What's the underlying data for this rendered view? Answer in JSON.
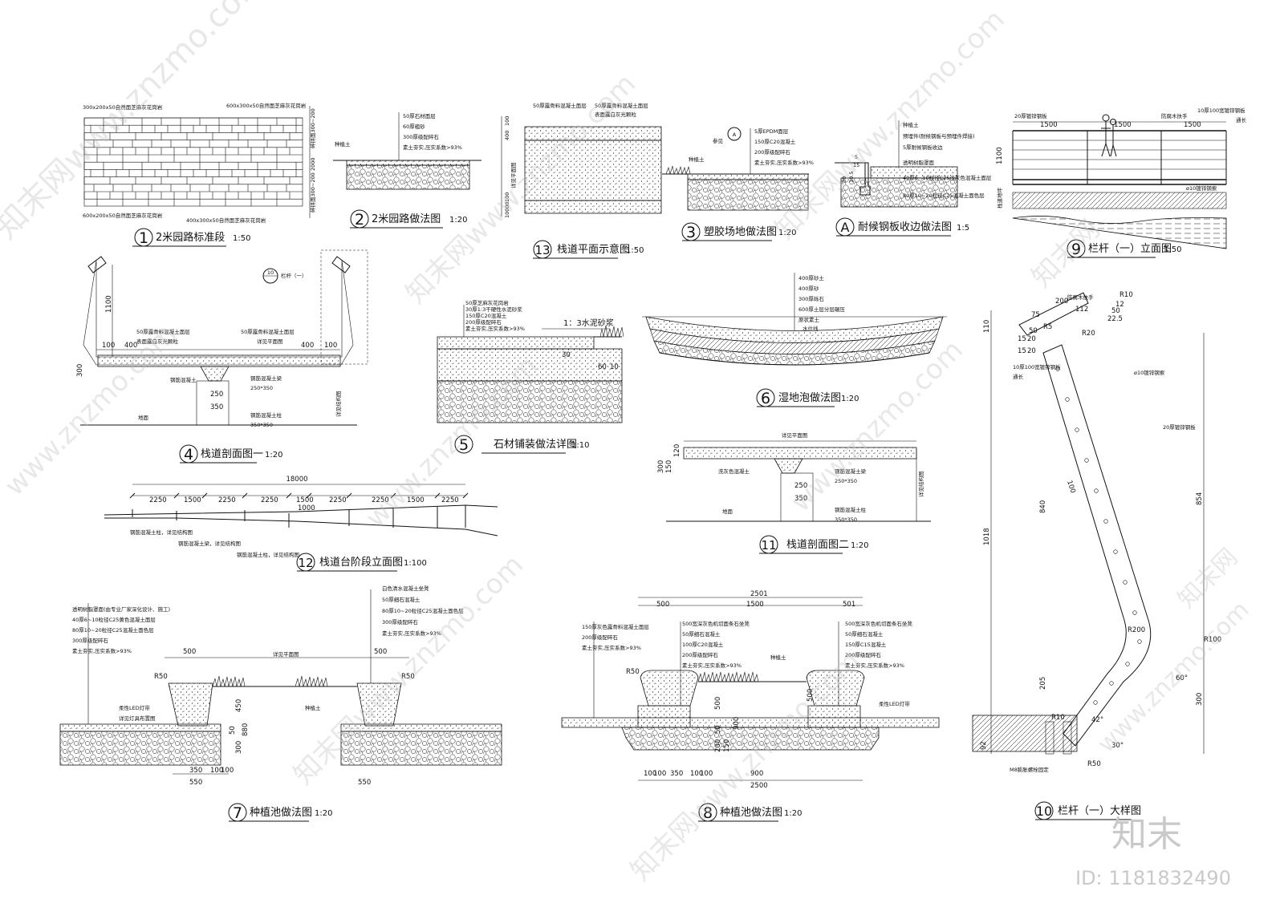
{
  "sheet": {
    "brand_logo_text": "知末",
    "id_label": "ID: 1181832490",
    "watermark_texts": [
      "知末网www.znzmo.com",
      "www.znzmo.com",
      "知末网"
    ]
  },
  "details": [
    {
      "num": "1",
      "title": "2米园路标准段",
      "scale": "1:50",
      "notes": [
        "300x200x50自然面芝麻灰花岗岩",
        "600x300x50自然面芝麻灰花岗岩",
        "600x200x50自然面芝麻灰花岗岩",
        "400x300x50自然面芝麻灰花岗岩",
        "碎拼面300~200",
        "2000",
        "碎拼面300~200"
      ]
    },
    {
      "num": "2",
      "title": "2米园路做法图",
      "scale": "1:20",
      "notes": [
        "50厚石材面层",
        "60厚粗砂",
        "300厚级配碎石",
        "素土夯实,压实系数>93%",
        "种植土"
      ]
    },
    {
      "num": "13",
      "title": "栈道平面示意图",
      "scale": "1:50",
      "notes": [
        "50厚露骨料混凝土面层",
        "50厚露骨料混凝土面层",
        "表面露白灰光颗粒",
        "详见平面图",
        "400",
        "100",
        "10000",
        "100"
      ]
    },
    {
      "num": "3",
      "title": "塑胶场地做法图",
      "scale": "1:20",
      "notes": [
        "5厚EPDM面层",
        "150厚C20混凝土",
        "200厚级配碎石",
        "素土夯实,压实系数>93%",
        "种植土",
        "参见",
        "A"
      ]
    },
    {
      "num": "A",
      "title": "耐候钢板收边做法图",
      "scale": "1:5",
      "notes": [
        "种植土",
        "预埋件(耐候钢板与预埋件焊接)",
        "5厚耐候钢板收边",
        "透明树脂罩面",
        "40厚6~10粒径C25浅灰色混凝土面层",
        "80厚10~20粒径C25混凝土面色层",
        "5",
        "15",
        "30",
        "10.5"
      ]
    },
    {
      "num": "9",
      "title": "栏杆（一）立面图",
      "scale": "1:50",
      "notes": [
        "20厚镀锌钢板",
        "防腐木扶手",
        "10厚100宽镀锌钢板",
        "通长",
        "1500",
        "1500",
        "1500",
        "1100",
        "ø10镀锌钢索",
        "栈道地坪"
      ]
    },
    {
      "num": "4",
      "title": "栈道剖面图一",
      "scale": "1:20",
      "notes": [
        "50厚露骨料混凝土面层",
        "50厚露骨料混凝土面层",
        "表面露白灰光颗粒",
        "详见平面图",
        "钢筋混凝土梁",
        "250*350",
        "钢筋混凝土柱",
        "350*350",
        "钢筋混凝土",
        "地面",
        "1100",
        "100",
        "400",
        "400",
        "100",
        "300",
        "250",
        "350",
        "详见结构图",
        "栏杆（一）",
        "10"
      ]
    },
    {
      "num": "5",
      "title": "石材铺装做法详图",
      "scale": "1:10",
      "notes": [
        "50厚芝麻灰花岗岩",
        "30厚1:3干硬性水泥砂浆",
        "150厚C20混凝土",
        "200厚级配碎石",
        "素土夯实,压实系数>93%",
        "1：3水泥砂浆",
        "30",
        "60",
        "10"
      ]
    },
    {
      "num": "6",
      "title": "湿地泡做法图",
      "scale": "1:20",
      "notes": [
        "400厚砂土",
        "400厚砂",
        "300厚砾石",
        "600厚土层分层碾压",
        "原状素土",
        "水位线"
      ]
    },
    {
      "num": "10",
      "title": "栏杆（一）大样图",
      "scale": "",
      "notes": [
        "防腐木扶手",
        "200",
        "112",
        "50",
        "R10",
        "75",
        "12",
        "22.5",
        "R20",
        "R5",
        "50",
        "15",
        "20",
        "15",
        "20",
        "110",
        "10厚100宽镀锌钢板",
        "通长",
        "ø10镀锌钢索",
        "20厚镀锌钢板",
        "1018",
        "840",
        "854",
        "R200",
        "R100",
        "205",
        "300",
        "60°",
        "42°",
        "30°",
        "R10",
        "R50",
        "92",
        "M8膨胀螺栓固定",
        "100"
      ]
    },
    {
      "num": "12",
      "title": "栈道台阶段立面图",
      "scale": "1:100",
      "notes": [
        "18000",
        "2250",
        "1500",
        "2250",
        "2250",
        "1500",
        "2250",
        "2250",
        "1500",
        "2250",
        "1000",
        "钢筋混凝土柱，详见结构图",
        "钢筋混凝土梁，详见结构图",
        "钢筋混凝土柱，详见结构图"
      ]
    },
    {
      "num": "11",
      "title": "栈道剖面图二",
      "scale": "1:20",
      "notes": [
        "详见平面图",
        "洗灰色混凝土",
        "钢筋混凝土梁",
        "250*350",
        "钢筋混凝土柱",
        "350*350",
        "详见结构图",
        "地面",
        "300",
        "150",
        "120",
        "250",
        "350"
      ]
    },
    {
      "num": "7",
      "title": "种植池做法图",
      "scale": "1:20",
      "notes": [
        "透明树脂罩面(由专业厂家深化设计、施工)",
        "40厚6~10粒径C25黄色混凝土面层",
        "80厚10~20粒径C25混凝土面色层",
        "300厚级配碎石",
        "素土夯实,压实系数>93%",
        "白色清水混凝土坐凳",
        "50厚细石混凝土",
        "80厚10~20粒径C25混凝土面色层",
        "300厚级配碎石",
        "素土夯实,压实系数>93%",
        "柔性LED灯带",
        "详见灯具布置图",
        "种植土",
        "详见平面图",
        "500",
        "500",
        "R50",
        "R50",
        "450",
        "880",
        "300",
        "50",
        "350",
        "100",
        "100",
        "550",
        "550"
      ]
    },
    {
      "num": "8",
      "title": "种植池做法图",
      "scale": "1:20",
      "notes": [
        "150厚灰色露骨料混凝土面层",
        "200厚级配碎石",
        "素土夯实,压实系数>93%",
        "500宽深灰色机切面条石坐凳",
        "50厚细石混凝土",
        "100厚C20混凝土",
        "200厚级配碎石",
        "素土夯实,压实系数>93%",
        "500宽深灰色机切面条石坐凳",
        "50厚细石混凝土",
        "150厚C15混凝土",
        "200厚级配碎石",
        "素土夯实,压实系数>93%",
        "种植土",
        "柔性LED灯带",
        "2501",
        "500",
        "1500",
        "501",
        "2500",
        "900",
        "R50",
        "500",
        "900",
        "500",
        "50",
        "200",
        "150",
        "100",
        "100",
        "350",
        "100",
        "100"
      ]
    }
  ]
}
